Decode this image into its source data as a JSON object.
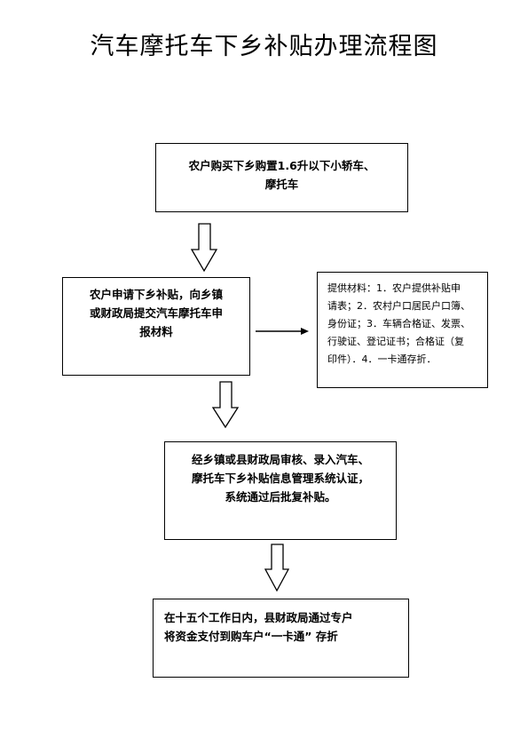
{
  "title": "汽车摩托车下乡补贴办理流程图",
  "steps": [
    {
      "lines": [
        "农户购买下乡购置1.6升以下小轿车、",
        "摩托车"
      ]
    },
    {
      "lines": [
        "农户申请下乡补贴，向乡镇",
        "或财政局提交汽车摩托车申",
        "报材料"
      ]
    },
    {
      "lines": [
        "经乡镇或县财政局审核、录入汽车、",
        "摩托车下乡补贴信息管理系统认证，",
        "系统通过后批复补贴。"
      ]
    },
    {
      "lines": [
        "在十五个工作日内，县财政局通过专户",
        "将资金支付到购车户“一卡通” 存折"
      ]
    }
  ],
  "materials": {
    "lines": [
      "提供材料：1．农户提供补贴申",
      "请表；2．农村户口居民户口簿、",
      "身份证；3．车辆合格证、发票、",
      "行驶证、登记证书；合格证（复",
      "印件）．4．一卡通存折．"
    ]
  }
}
